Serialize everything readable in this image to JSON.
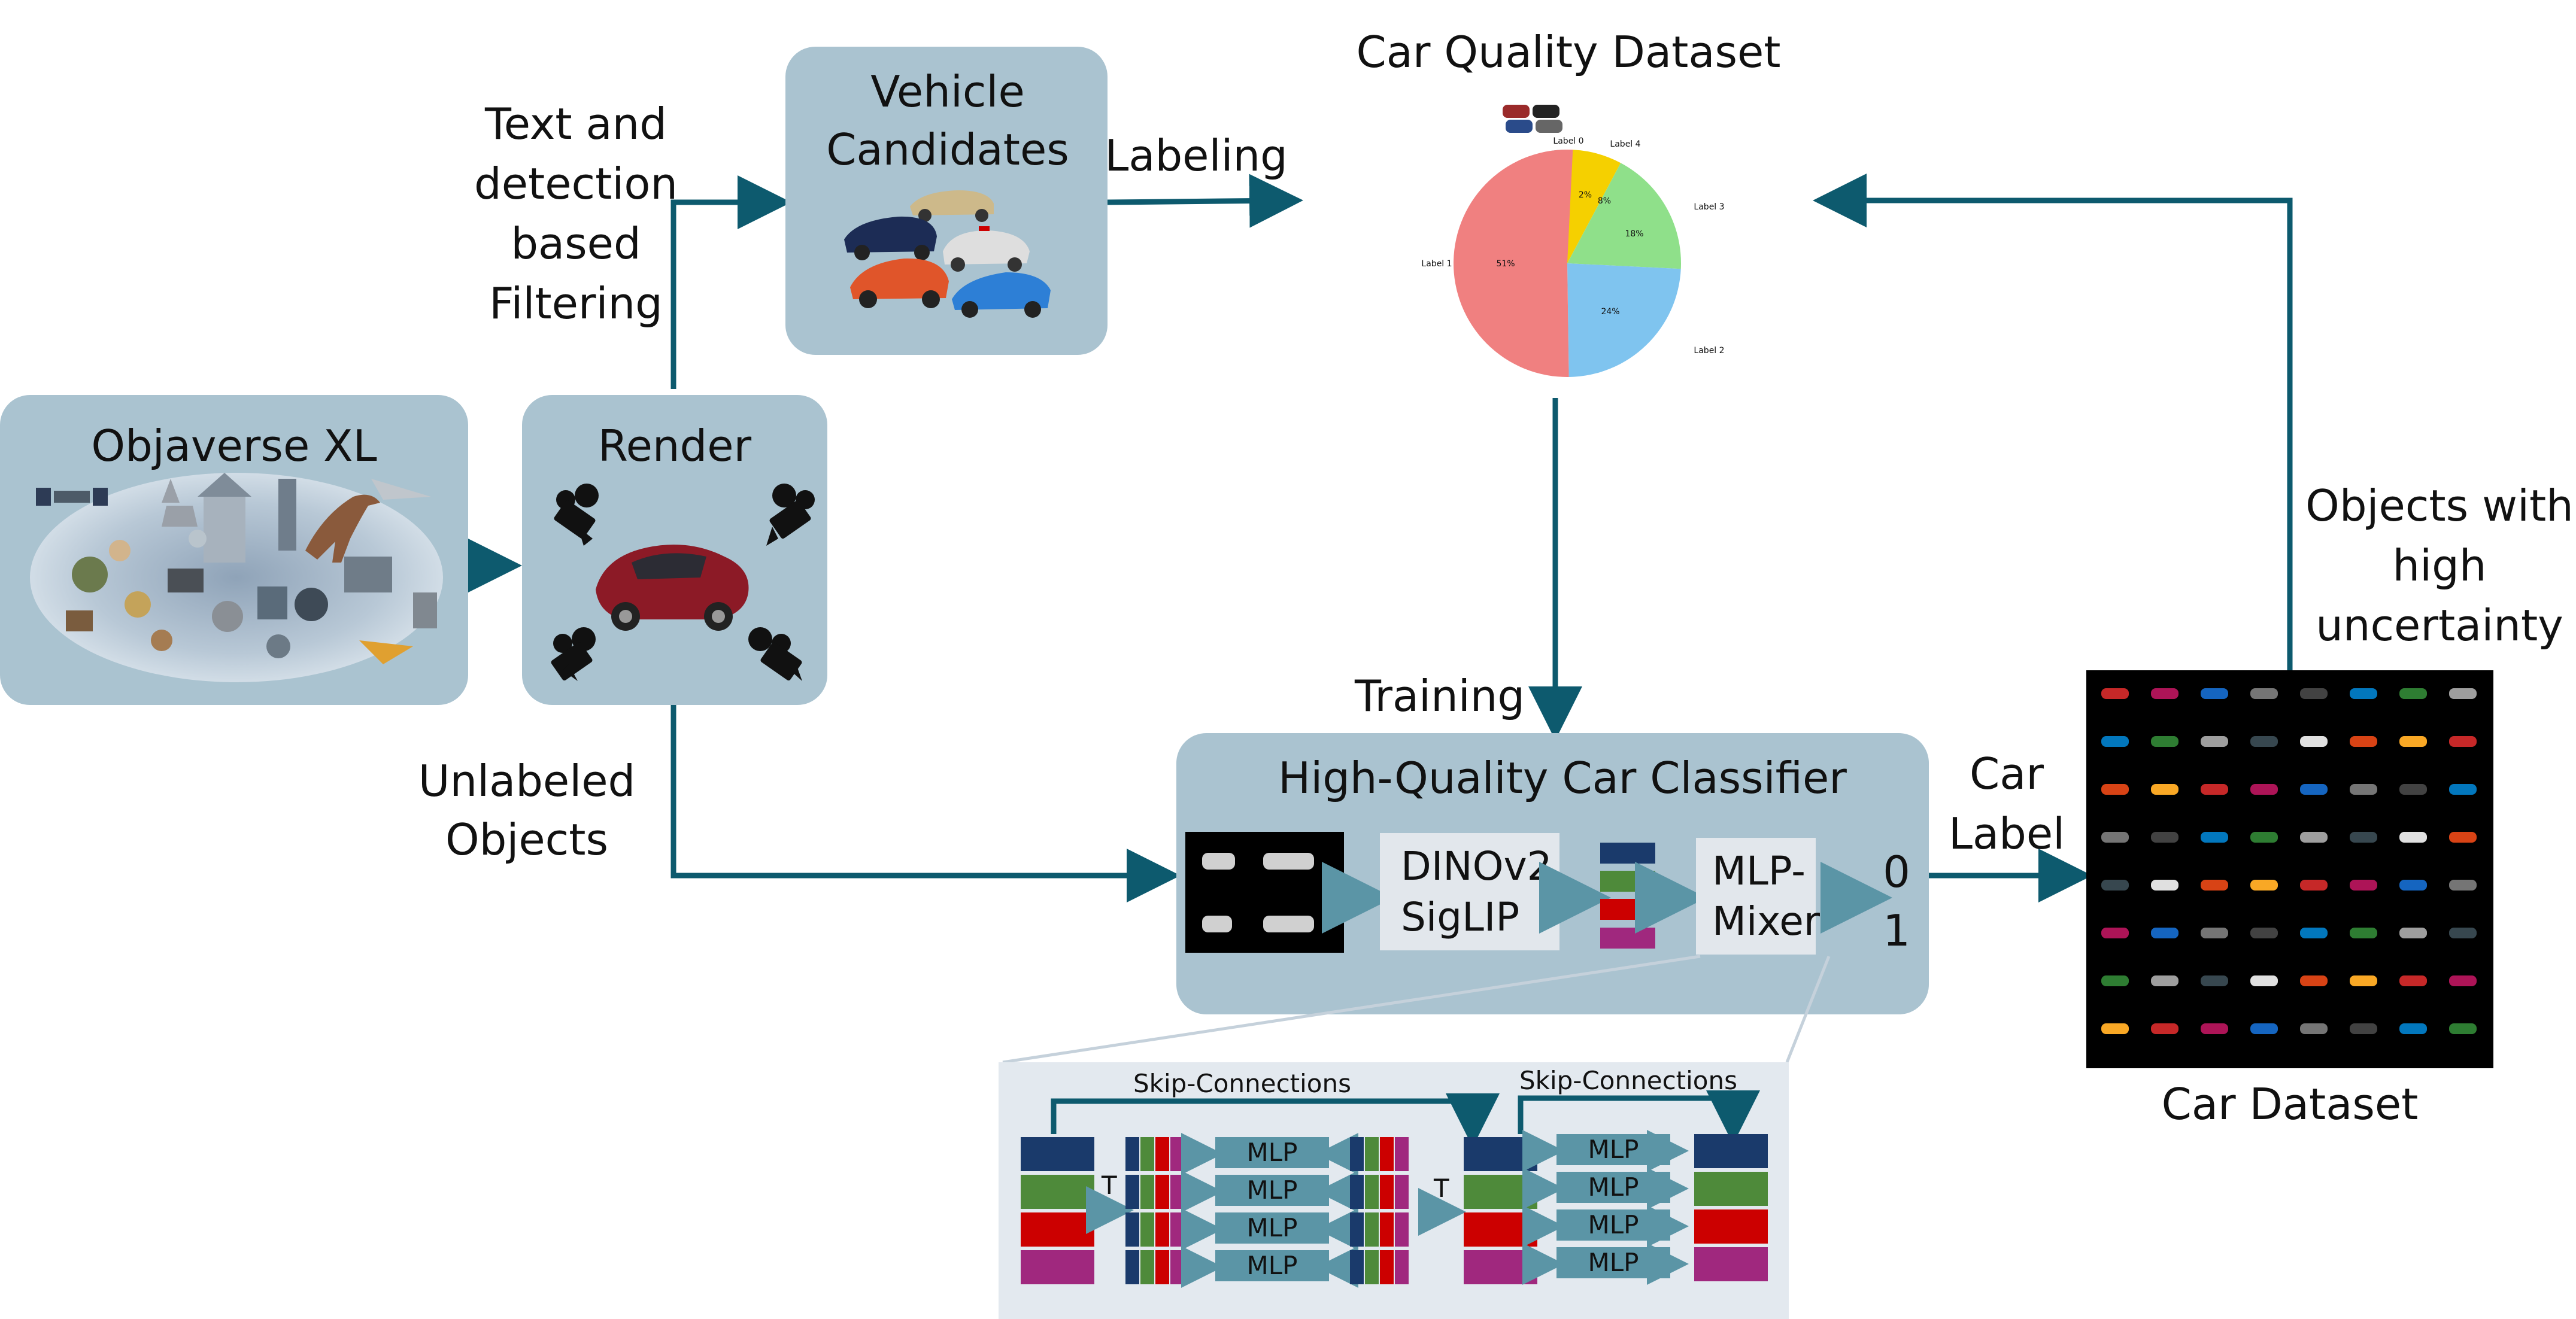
{
  "nodes": {
    "objaverse": {
      "title": "Objaverse XL"
    },
    "render": {
      "title": "Render"
    },
    "vehicle_candidates": {
      "title_line1": "Vehicle",
      "title_line2": "Candidates"
    },
    "car_quality_dataset": {
      "title": "Car Quality Dataset",
      "pie_labels": [
        "Label 0",
        "Label 4",
        "Label 3",
        "Label 2",
        "Label 1"
      ],
      "pie_percents": [
        "2%",
        "8%",
        "18%",
        "24%",
        "51%"
      ],
      "pie_colors": [
        "#a0a0a0",
        "#f5d000",
        "#8fe08a",
        "#7fc4ef",
        "#f08080"
      ]
    },
    "classifier": {
      "title": "High-Quality Car Classifier",
      "backbone_line1": "DINOv2",
      "backbone_line2": "SigLIP",
      "mixer_line1": "MLP-",
      "mixer_line2": "Mixer",
      "output_0": "0",
      "output_1": "1"
    },
    "car_dataset": {
      "title": "Car Dataset"
    },
    "mlp_mixer_detail": {
      "skip_label_1": "Skip-Connections",
      "skip_label_2": "Skip-Connections",
      "transpose_label": "T",
      "mlp_label": "MLP",
      "token_colors": [
        "#1a3a6b",
        "#4e8a3a",
        "#cc0000",
        "#a0287e"
      ]
    }
  },
  "edges": {
    "filtering": [
      "Text and",
      "detection",
      "based",
      "Filtering"
    ],
    "labeling": "Labeling",
    "training": "Training",
    "unlabeled": [
      "Unlabeled",
      "Objects"
    ],
    "car_label": [
      "Car",
      "Label"
    ],
    "uncertainty": [
      "Objects with",
      "high",
      "uncertainty"
    ]
  },
  "colors": {
    "box_fill": "#aac3d0",
    "arrow": "#0d5a6e",
    "mlp_fill": "#5b95a6",
    "detail_bg": "#e3e9ef"
  }
}
